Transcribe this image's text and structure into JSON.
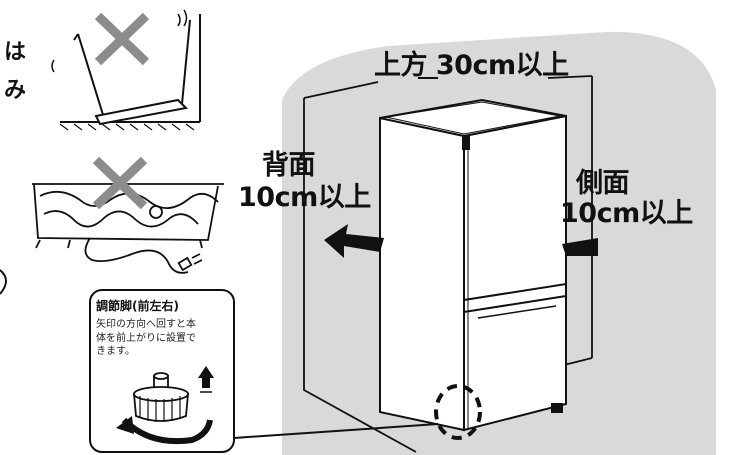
{
  "left_note": {
    "line1": "は",
    "line2": "み"
  },
  "clearances": {
    "top": "上方 30cm以上",
    "back_line1": "背面",
    "back_line2": "10cm以上",
    "side_line1": "側面",
    "side_line2": "10cm以上"
  },
  "adjuster_box": {
    "title": "調節脚(前左右)",
    "lines": [
      "矢印の方向へ回すと本",
      "体を前上がりに設置で",
      "きます。"
    ]
  },
  "colors": {
    "wall_shade": "#d9d9d9",
    "line": "#111111",
    "cross": "#8c8c8c",
    "fridge": "#ffffff"
  },
  "icons": {
    "prohibited": "x-cross-icon",
    "arrow": "arrow-icon",
    "rotate": "rotate-arrow-icon"
  }
}
